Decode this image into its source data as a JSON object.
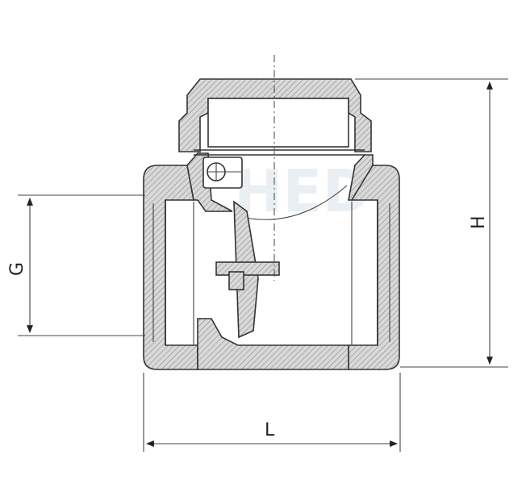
{
  "dimensions": {
    "g_label": "G",
    "h_label": "H",
    "l_label": "L"
  },
  "watermark": {
    "text": "HED"
  },
  "colors": {
    "stroke": "#333333",
    "hatch": "#999999",
    "background": "#ffffff"
  }
}
